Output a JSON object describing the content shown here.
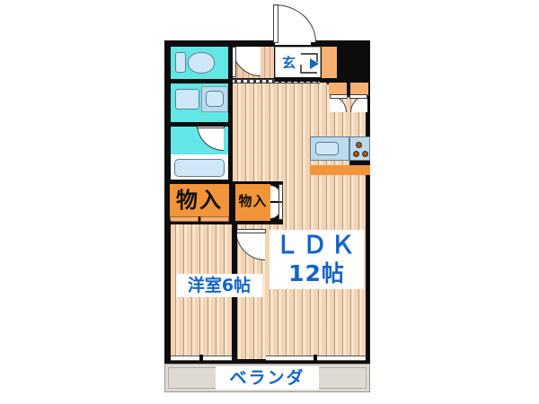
{
  "plan": {
    "type": "japanese-apartment-floor-plan",
    "layout_code": "1LDK",
    "rooms": [
      {
        "id": "ldk",
        "label_line1": "ＬＤＫ",
        "label_line2": "12帖",
        "size_jo": 12,
        "floor": "wood"
      },
      {
        "id": "bedroom",
        "label": "洋室6帖",
        "size_jo": 6,
        "floor": "wood"
      },
      {
        "id": "genkan",
        "label": "玄",
        "floor": "entry-tile"
      },
      {
        "id": "veranda",
        "label": "ベランダ",
        "floor": "concrete"
      }
    ],
    "closets": [
      {
        "id": "closet-large",
        "label": "物入",
        "size": "large"
      },
      {
        "id": "closet-small",
        "label": "物入",
        "size": "small"
      }
    ],
    "wet_areas": [
      {
        "id": "toilet-room",
        "fixtures": [
          "toilet",
          "tank"
        ]
      },
      {
        "id": "washroom",
        "fixtures": [
          "washing-machine-pan",
          "wash-basin"
        ]
      },
      {
        "id": "bath-room",
        "fixtures": [
          "bathtub"
        ]
      }
    ],
    "kitchen": {
      "fixtures": [
        "sink",
        "gas-range"
      ],
      "burners": 3
    },
    "colors": {
      "wall": "#0d0d0d",
      "wood_floor": "#f2d3b3",
      "wet_area": "#63e6e6",
      "closet_door": "#f2943a",
      "label_text": "#1464c8",
      "veranda": "#dedad2",
      "fixture_fill": "#cfe8f7",
      "fixture_stroke": "#5f7f96"
    }
  }
}
